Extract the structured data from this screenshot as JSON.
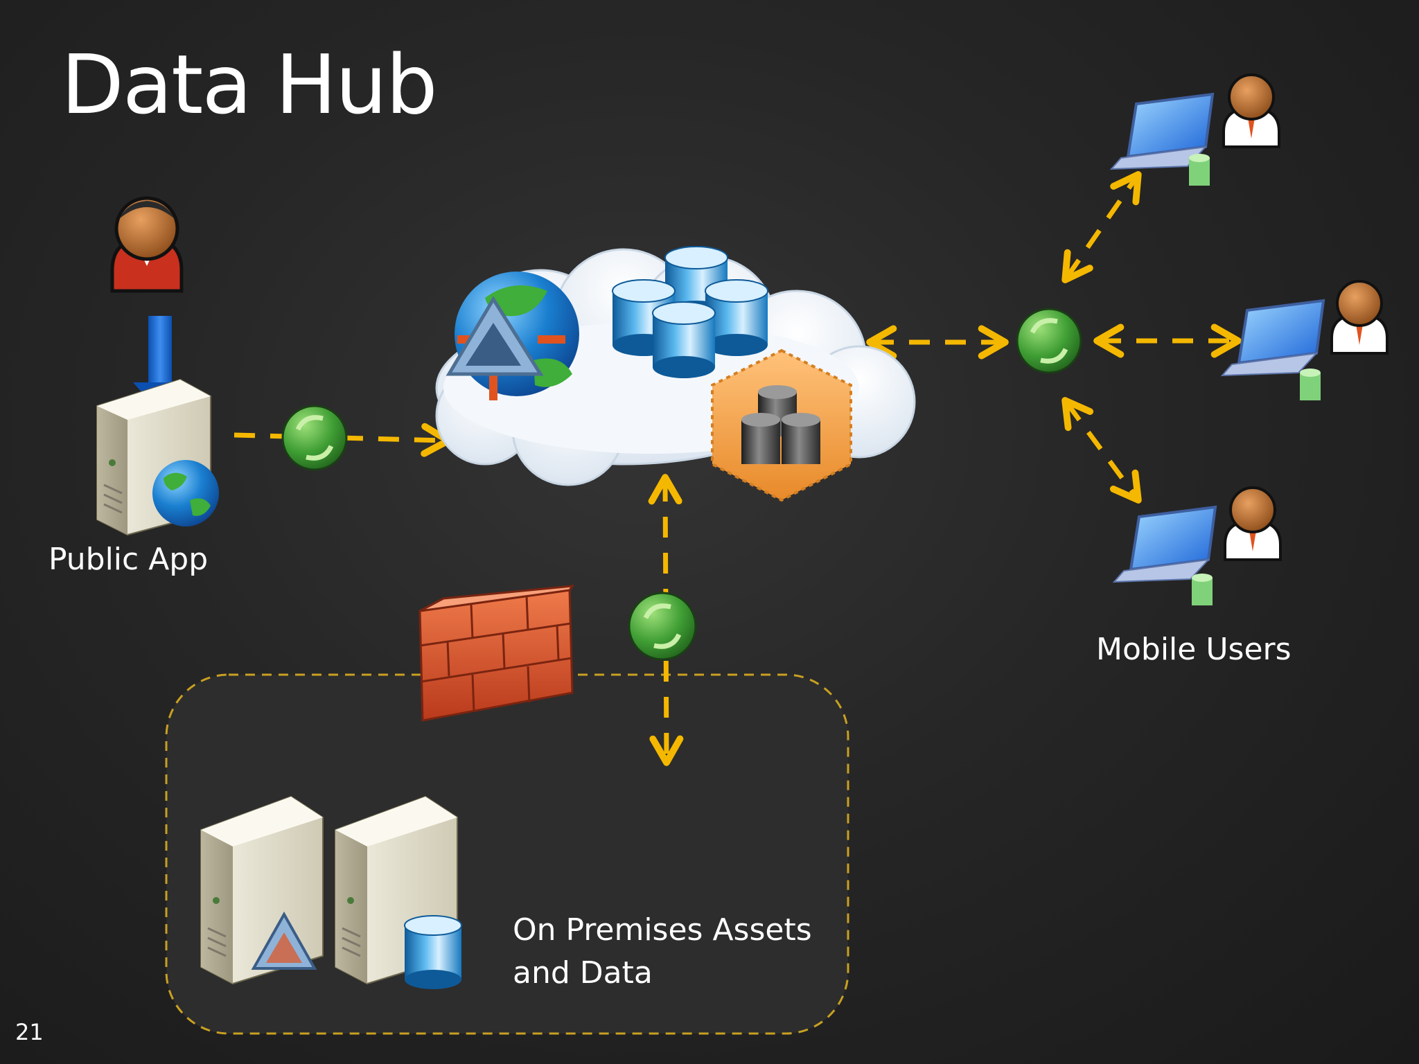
{
  "slide": {
    "title": "Data Hub",
    "number": "21"
  },
  "nodes": {
    "public_app": "Public App",
    "mobile_users": "Mobile Users",
    "on_premises_line1": "On Premises Assets",
    "on_premises_line2": "and Data"
  },
  "colors": {
    "background": "#262626",
    "connector": "#f5b800",
    "sync_icon": "#4caf3c",
    "firewall": "#d9502a",
    "cloud": "#eef3f8",
    "database": "#1f86c9",
    "laptop": "#2f6fd8"
  },
  "icons": [
    "user-icon",
    "down-arrow-icon",
    "server-icon",
    "globe-icon",
    "sync-icon",
    "cloud-icon",
    "database-icon",
    "service-bus-icon",
    "database-cluster-icon",
    "laptop-icon",
    "firewall-icon"
  ]
}
